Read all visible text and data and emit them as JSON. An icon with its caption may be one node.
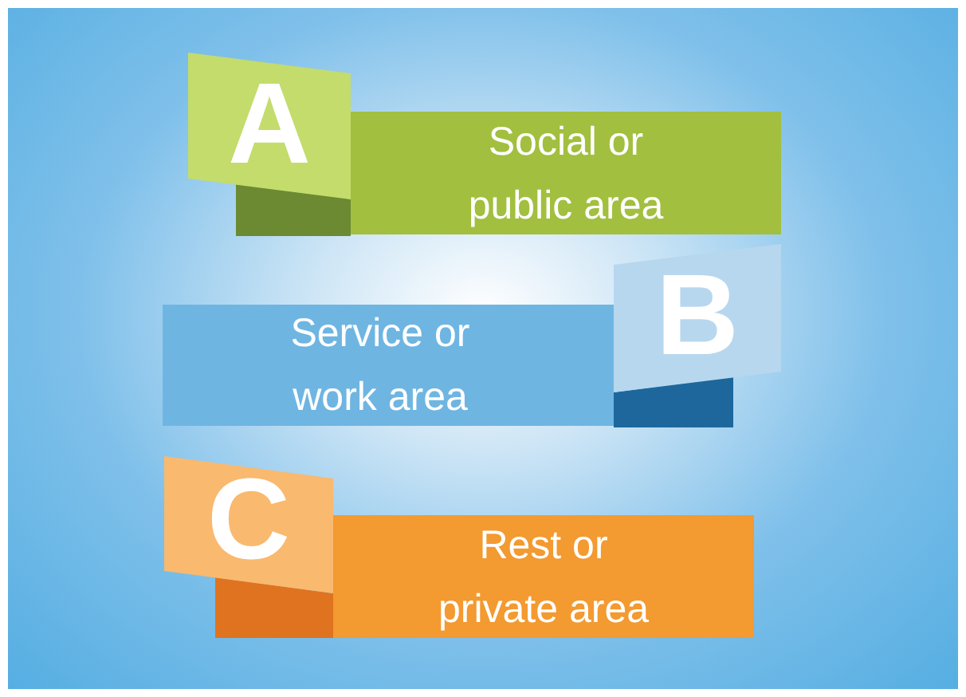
{
  "diagram": {
    "nodes": [
      {
        "text": [
          "A"
        ]
      },
      {
        "text": [
          "Social or public area"
        ]
      },
      {
        "text": [
          "Service or work area"
        ]
      },
      {
        "text": [
          "B"
        ]
      },
      {
        "text": [
          "C"
        ]
      },
      {
        "text": [
          "Rest or private area"
        ]
      }
    ]
  }
}
